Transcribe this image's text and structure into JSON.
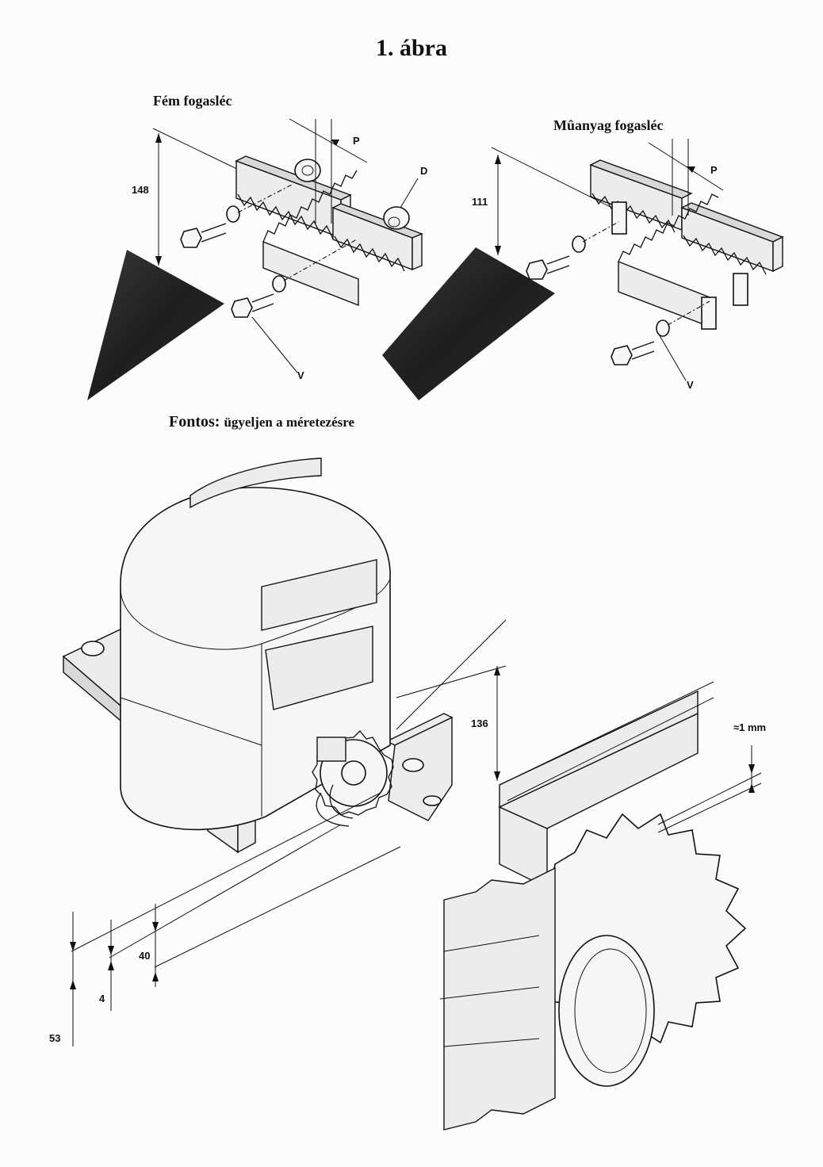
{
  "figure": {
    "title": "1. ábra",
    "metal_rack": {
      "caption": "Fém fogasléc",
      "height_label": "148",
      "label_p": "P",
      "label_d": "D",
      "label_v": "V"
    },
    "plastic_rack": {
      "caption": "Mûanyag fogasléc",
      "height_label": "111",
      "label_p": "P",
      "label_v": "V"
    },
    "note": {
      "bold": "Fontos:",
      "text": "ügyeljen a méretezésre"
    },
    "motor": {
      "height_label": "136",
      "gap_label": "≈1 mm",
      "dim_40": "40",
      "dim_4": "4",
      "dim_53": "53"
    }
  }
}
